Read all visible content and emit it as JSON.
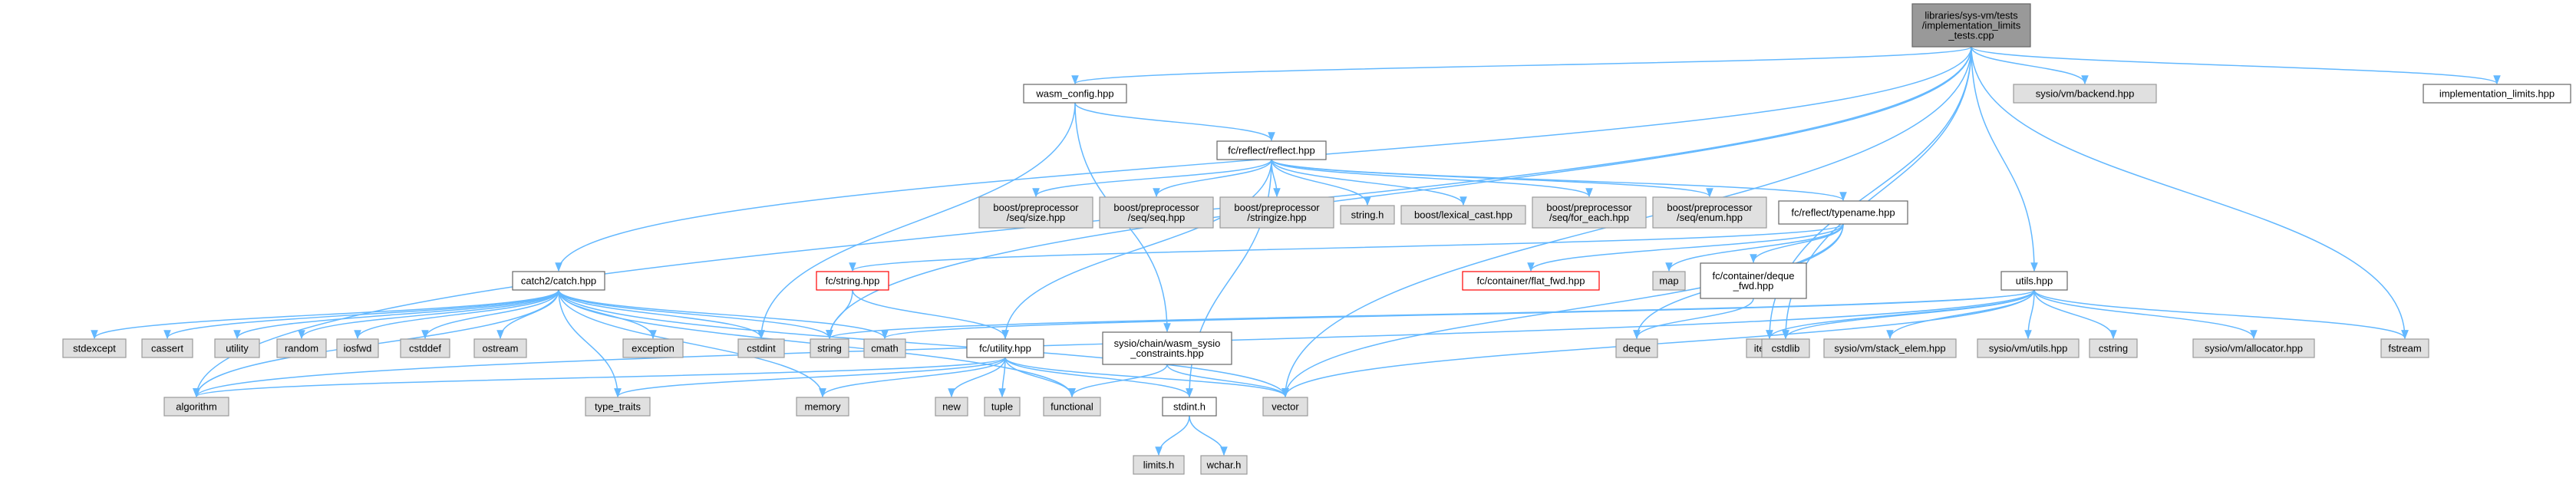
{
  "nodes": [
    {
      "id": "root",
      "kind": "root",
      "lines": [
        "libraries/sys-vm/tests",
        "/implementation_limits",
        "_tests.cpp"
      ]
    },
    {
      "id": "wasm_config",
      "kind": "box",
      "lines": [
        "wasm_config.hpp"
      ]
    },
    {
      "id": "backend",
      "kind": "gray",
      "lines": [
        "sysio/vm/backend.hpp"
      ]
    },
    {
      "id": "impl_limits",
      "kind": "box",
      "lines": [
        "implementation_limits.hpp"
      ]
    },
    {
      "id": "reflect",
      "kind": "box",
      "lines": [
        "fc/reflect/reflect.hpp"
      ]
    },
    {
      "id": "seq_size",
      "kind": "gray",
      "lines": [
        "boost/preprocessor",
        "/seq/size.hpp"
      ]
    },
    {
      "id": "seq_seq",
      "kind": "gray",
      "lines": [
        "boost/preprocessor",
        "/seq/seq.hpp"
      ]
    },
    {
      "id": "stringize",
      "kind": "gray",
      "lines": [
        "boost/preprocessor",
        "/stringize.hpp"
      ]
    },
    {
      "id": "string_h",
      "kind": "gray",
      "lines": [
        "string.h"
      ]
    },
    {
      "id": "lexical_cast",
      "kind": "gray",
      "lines": [
        "boost/lexical_cast.hpp"
      ]
    },
    {
      "id": "seq_for_each",
      "kind": "gray",
      "lines": [
        "boost/preprocessor",
        "/seq/for_each.hpp"
      ]
    },
    {
      "id": "seq_enum",
      "kind": "gray",
      "lines": [
        "boost/preprocessor",
        "/seq/enum.hpp"
      ]
    },
    {
      "id": "typename",
      "kind": "box",
      "lines": [
        "fc/reflect/typename.hpp"
      ]
    },
    {
      "id": "catch",
      "kind": "box",
      "lines": [
        "catch2/catch.hpp"
      ]
    },
    {
      "id": "fc_string",
      "kind": "red",
      "lines": [
        "fc/string.hpp"
      ]
    },
    {
      "id": "flat_fwd",
      "kind": "red",
      "lines": [
        "fc/container/flat_fwd.hpp"
      ]
    },
    {
      "id": "map",
      "kind": "gray",
      "lines": [
        "map"
      ]
    },
    {
      "id": "deque_fwd",
      "kind": "box",
      "lines": [
        "fc/container/deque",
        "_fwd.hpp"
      ]
    },
    {
      "id": "utils",
      "kind": "box",
      "lines": [
        "utils.hpp"
      ]
    },
    {
      "id": "stdexcept",
      "kind": "gray",
      "lines": [
        "stdexcept"
      ]
    },
    {
      "id": "cassert",
      "kind": "gray",
      "lines": [
        "cassert"
      ]
    },
    {
      "id": "utility",
      "kind": "gray",
      "lines": [
        "utility"
      ]
    },
    {
      "id": "random",
      "kind": "gray",
      "lines": [
        "random"
      ]
    },
    {
      "id": "iosfwd",
      "kind": "gray",
      "lines": [
        "iosfwd"
      ]
    },
    {
      "id": "cstddef",
      "kind": "gray",
      "lines": [
        "cstddef"
      ]
    },
    {
      "id": "ostream",
      "kind": "gray",
      "lines": [
        "ostream"
      ]
    },
    {
      "id": "exception",
      "kind": "gray",
      "lines": [
        "exception"
      ]
    },
    {
      "id": "cstdint",
      "kind": "gray",
      "lines": [
        "cstdint"
      ]
    },
    {
      "id": "string",
      "kind": "gray",
      "lines": [
        "string"
      ]
    },
    {
      "id": "cmath",
      "kind": "gray",
      "lines": [
        "cmath"
      ]
    },
    {
      "id": "fc_utility",
      "kind": "box",
      "lines": [
        "fc/utility.hpp"
      ]
    },
    {
      "id": "constraints",
      "kind": "box",
      "lines": [
        "sysio/chain/wasm_sysio",
        "_constraints.hpp"
      ]
    },
    {
      "id": "deque",
      "kind": "gray",
      "lines": [
        "deque"
      ]
    },
    {
      "id": "iterator",
      "kind": "gray",
      "lines": [
        "iterator"
      ]
    },
    {
      "id": "cstdlib",
      "kind": "gray",
      "lines": [
        "cstdlib"
      ]
    },
    {
      "id": "stack_elem",
      "kind": "gray",
      "lines": [
        "sysio/vm/stack_elem.hpp"
      ]
    },
    {
      "id": "vm_utils",
      "kind": "gray",
      "lines": [
        "sysio/vm/utils.hpp"
      ]
    },
    {
      "id": "cstring",
      "kind": "gray",
      "lines": [
        "cstring"
      ]
    },
    {
      "id": "allocator",
      "kind": "gray",
      "lines": [
        "sysio/vm/allocator.hpp"
      ]
    },
    {
      "id": "fstream",
      "kind": "gray",
      "lines": [
        "fstream"
      ]
    },
    {
      "id": "algorithm",
      "kind": "gray",
      "lines": [
        "algorithm"
      ]
    },
    {
      "id": "type_traits",
      "kind": "gray",
      "lines": [
        "type_traits"
      ]
    },
    {
      "id": "memory",
      "kind": "gray",
      "lines": [
        "memory"
      ]
    },
    {
      "id": "new",
      "kind": "gray",
      "lines": [
        "new"
      ]
    },
    {
      "id": "tuple",
      "kind": "gray",
      "lines": [
        "tuple"
      ]
    },
    {
      "id": "functional",
      "kind": "gray",
      "lines": [
        "functional"
      ]
    },
    {
      "id": "vector",
      "kind": "gray",
      "lines": [
        "vector"
      ]
    },
    {
      "id": "stdint_h",
      "kind": "box",
      "lines": [
        "stdint.h"
      ]
    },
    {
      "id": "limits_h",
      "kind": "gray",
      "lines": [
        "limits.h"
      ]
    },
    {
      "id": "wchar_h",
      "kind": "gray",
      "lines": [
        "wchar.h"
      ]
    }
  ],
  "edges": [
    [
      "root",
      "wasm_config"
    ],
    [
      "root",
      "backend"
    ],
    [
      "root",
      "impl_limits"
    ],
    [
      "root",
      "catch"
    ],
    [
      "root",
      "utils"
    ],
    [
      "root",
      "algorithm"
    ],
    [
      "root",
      "string"
    ],
    [
      "root",
      "iterator"
    ],
    [
      "root",
      "cstdlib"
    ],
    [
      "root",
      "fstream"
    ],
    [
      "root",
      "vector"
    ],
    [
      "wasm_config",
      "reflect"
    ],
    [
      "wasm_config",
      "constraints"
    ],
    [
      "wasm_config",
      "cstdint"
    ],
    [
      "reflect",
      "seq_size"
    ],
    [
      "reflect",
      "seq_seq"
    ],
    [
      "reflect",
      "stringize"
    ],
    [
      "reflect",
      "string_h"
    ],
    [
      "reflect",
      "lexical_cast"
    ],
    [
      "reflect",
      "seq_for_each"
    ],
    [
      "reflect",
      "seq_enum"
    ],
    [
      "reflect",
      "typename"
    ],
    [
      "reflect",
      "fc_utility"
    ],
    [
      "reflect",
      "stdint_h"
    ],
    [
      "typename",
      "fc_string"
    ],
    [
      "typename",
      "flat_fwd"
    ],
    [
      "typename",
      "map"
    ],
    [
      "typename",
      "deque_fwd"
    ],
    [
      "typename",
      "deque"
    ],
    [
      "typename",
      "vector"
    ],
    [
      "deque_fwd",
      "deque"
    ],
    [
      "fc_string",
      "string"
    ],
    [
      "fc_string",
      "fc_utility"
    ],
    [
      "catch",
      "stdexcept"
    ],
    [
      "catch",
      "cassert"
    ],
    [
      "catch",
      "utility"
    ],
    [
      "catch",
      "random"
    ],
    [
      "catch",
      "iosfwd"
    ],
    [
      "catch",
      "cstddef"
    ],
    [
      "catch",
      "ostream"
    ],
    [
      "catch",
      "exception"
    ],
    [
      "catch",
      "cstdint"
    ],
    [
      "catch",
      "string"
    ],
    [
      "catch",
      "cmath"
    ],
    [
      "catch",
      "algorithm"
    ],
    [
      "catch",
      "type_traits"
    ],
    [
      "catch",
      "memory"
    ],
    [
      "catch",
      "functional"
    ],
    [
      "catch",
      "vector"
    ],
    [
      "fc_utility",
      "algorithm"
    ],
    [
      "fc_utility",
      "type_traits"
    ],
    [
      "fc_utility",
      "memory"
    ],
    [
      "fc_utility",
      "new"
    ],
    [
      "fc_utility",
      "tuple"
    ],
    [
      "fc_utility",
      "functional"
    ],
    [
      "fc_utility",
      "vector"
    ],
    [
      "fc_utility",
      "stdint_h"
    ],
    [
      "constraints",
      "functional"
    ],
    [
      "constraints",
      "vector"
    ],
    [
      "stdint_h",
      "limits_h"
    ],
    [
      "stdint_h",
      "wchar_h"
    ],
    [
      "utils",
      "stack_elem"
    ],
    [
      "utils",
      "vm_utils"
    ],
    [
      "utils",
      "cstring"
    ],
    [
      "utils",
      "allocator"
    ],
    [
      "utils",
      "fstream"
    ],
    [
      "utils",
      "iterator"
    ],
    [
      "utils",
      "cstdlib"
    ],
    [
      "utils",
      "vector"
    ],
    [
      "utils",
      "cmath"
    ],
    [
      "utils",
      "string"
    ],
    [
      "utils",
      "algorithm"
    ]
  ],
  "colors": {
    "edge": "#63b8ff",
    "root_fill": "#999999",
    "external_fill": "#e0e0e0",
    "missing_border": "#ff0000"
  }
}
